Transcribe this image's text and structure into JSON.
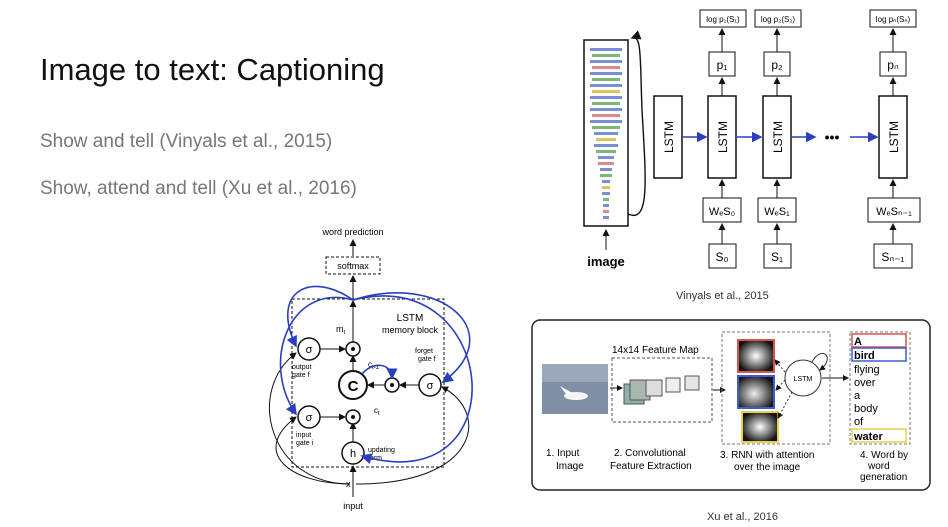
{
  "slide": {
    "title": "Image to text: Captioning",
    "subtitles": [
      "Show and tell (Vinyals et al., 2015)",
      "Show, attend and tell (Xu et al., 2016)"
    ]
  },
  "lstm_diagram": {
    "output_label": "word prediction",
    "softmax_label": "softmax",
    "block_title_1": "LSTM",
    "block_title_2": "memory block",
    "mt_label": "m",
    "mt_sub": "t",
    "ct1_label": "c",
    "ct1_sub": "t-1",
    "ct_label": "c",
    "ct_sub": "t",
    "cell_label": "C",
    "sigma": "σ",
    "h_label": "h",
    "output_gate": [
      "output",
      "gate f"
    ],
    "input_gate": [
      "input",
      "gate i"
    ],
    "forget_gate": [
      "forget",
      "gate f"
    ],
    "updating_term": [
      "updating",
      "term"
    ],
    "x_label": "x",
    "input_label": "input"
  },
  "vinyals_diagram": {
    "image_label": "image",
    "lstm_label": "LSTM",
    "ellipsis": "•••",
    "outputs": [
      "log p₁(S₁)",
      "log p₂(S₂)",
      "log pₙ(Sₙ)"
    ],
    "probs": [
      "p₁",
      "p₂",
      "pₙ"
    ],
    "embeds": [
      "WₑS₀",
      "WₑS₁",
      "WₑSₙ₋₁"
    ],
    "words": [
      "S₀",
      "S₁",
      "Sₙ₋₁"
    ],
    "caption": "Vinyals et al., 2015"
  },
  "xu_diagram": {
    "feature_map_label": "14x14 Feature Map",
    "lstm_label": "LSTM",
    "steps": [
      [
        "1. Input",
        "Image"
      ],
      [
        "2. Convolutional",
        "Feature Extraction"
      ],
      [
        "3. RNN with attention",
        "over the image"
      ],
      [
        "4. Word by",
        "word",
        "generation"
      ]
    ],
    "caption_words": [
      "A",
      "bird",
      "flying",
      "over",
      "a",
      "body",
      "of",
      "water"
    ],
    "highlight_colors": {
      "A": "#d9534f",
      "bird": "#3a5fcd",
      "water": "#e6d24a"
    },
    "caption": "Xu et al., 2016"
  }
}
